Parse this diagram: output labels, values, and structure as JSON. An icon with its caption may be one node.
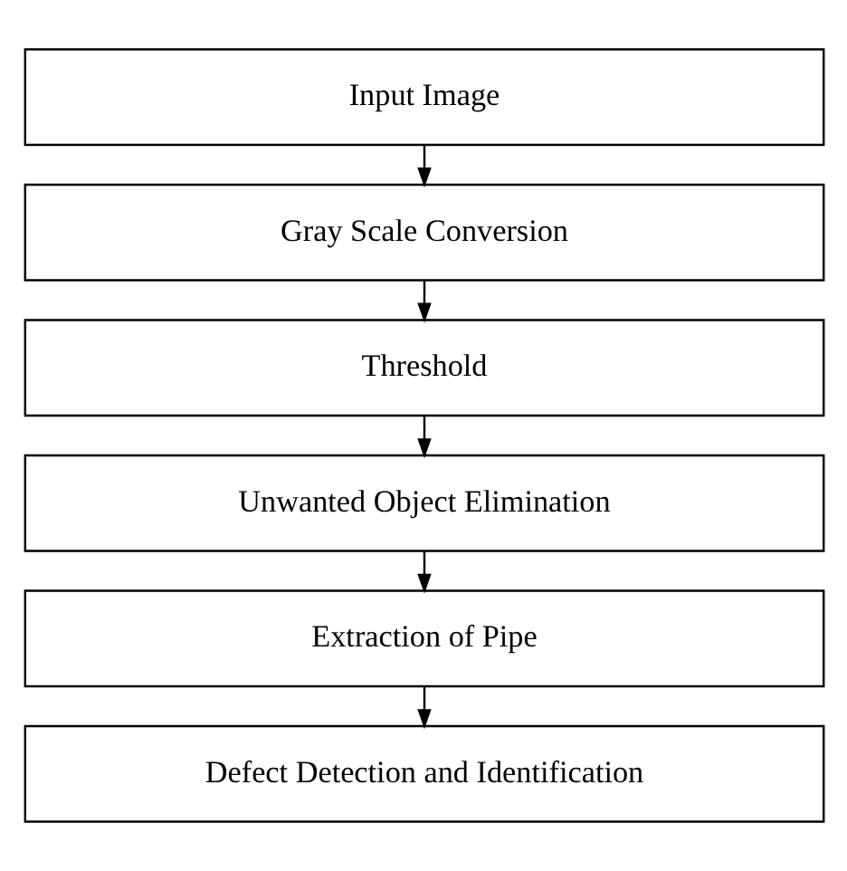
{
  "diagram": {
    "nodes": [
      {
        "text": [
          "Input Image"
        ]
      },
      {
        "text": [
          "Gray Scale Conversion"
        ]
      },
      {
        "text": [
          "Threshold"
        ]
      },
      {
        "text": [
          "Unwanted Object Elimination"
        ]
      },
      {
        "text": [
          "Extraction of Pipe"
        ]
      },
      {
        "text": [
          "Defect Detection and Identification"
        ]
      }
    ],
    "edges": [
      {
        "from": 0,
        "to": 1,
        "arrow": "to"
      },
      {
        "from": 1,
        "to": 2,
        "arrow": "to"
      },
      {
        "from": 2,
        "to": 3,
        "arrow": "to"
      },
      {
        "from": 3,
        "to": 4,
        "arrow": "to"
      },
      {
        "from": 4,
        "to": 5,
        "arrow": "to"
      }
    ]
  }
}
